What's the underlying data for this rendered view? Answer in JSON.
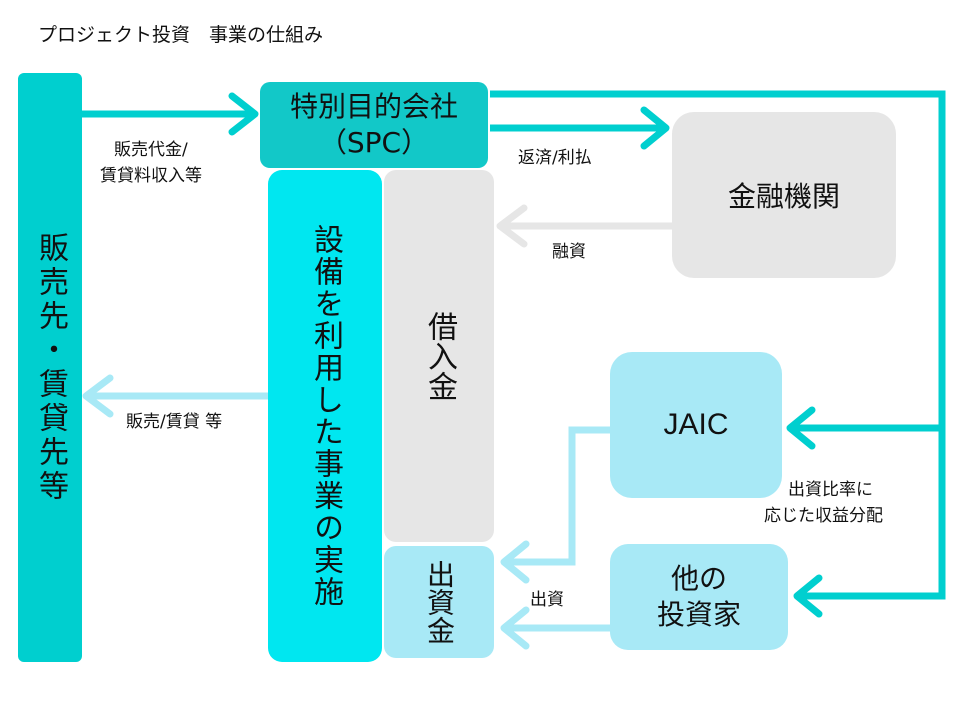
{
  "title": "プロジェクト投資　事業の仕組み",
  "colors": {
    "teal": "#00CFCF",
    "spc": "#12C8C8",
    "light_blue": "#A8E9F6",
    "gray": "#E6E6E6",
    "text": "#111111"
  },
  "nodes": {
    "customers": "販売先・賃貸先等",
    "spc_line1": "特別目的会社",
    "spc_line2": "（SPC）",
    "business": "設備を利用した事業の実施",
    "loan": "借入金",
    "equity": "出資金",
    "bank": "金融機関",
    "jaic": "JAIC",
    "other_investors_line1": "他の",
    "other_investors_line2": "投資家"
  },
  "edge_labels": {
    "revenue_line1": "販売代金/",
    "revenue_line2": "賃貸料収入等",
    "sales": "販売/賃貸 等",
    "repayment": "返済/利払",
    "financing": "融資",
    "investment": "出資",
    "distribution_line1": "出資比率に",
    "distribution_line2": "応じた収益分配"
  }
}
